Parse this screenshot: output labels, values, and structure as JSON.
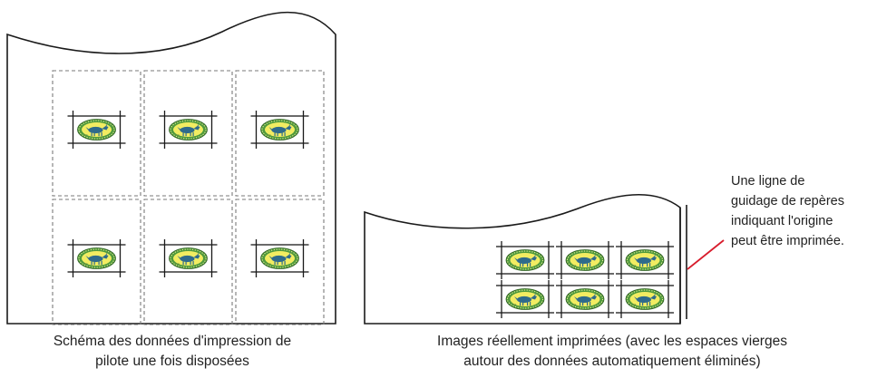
{
  "left_panel": {
    "caption_line1": "Schéma des données d'impression de",
    "caption_line2": "pilote une fois disposées"
  },
  "right_panel": {
    "caption_line1": "Images réellement imprimées (avec les espaces vierges",
    "caption_line2": "autour des données automatiquement éliminés)"
  },
  "annotation": {
    "line1": "Une ligne de",
    "line2": "guidage de repères",
    "line3": "indiquant l'origine",
    "line4": "peut être imprimée."
  },
  "colors": {
    "outline": "#1a1a1a",
    "dashed_frame": "#7a7a7a",
    "label_fill": "#f2ec62",
    "label_ring": "#4f9a3c",
    "animal": "#2f6b8c",
    "pointer_line": "#d81c2c"
  },
  "layout_grid": {
    "left_columns": 3,
    "left_rows": 2,
    "right_columns": 3,
    "right_rows": 2
  }
}
